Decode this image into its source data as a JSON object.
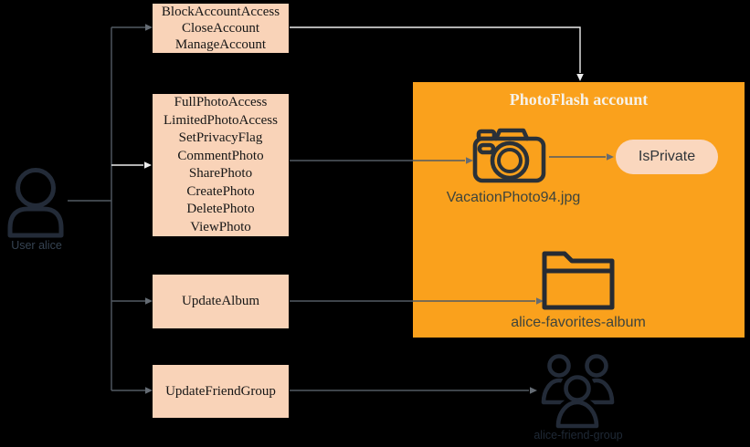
{
  "diagram": {
    "user": {
      "label": "User alice",
      "icon": "person-icon"
    },
    "action_groups": [
      {
        "name": "account-actions",
        "lines": [
          "BlockAccountAccess",
          "CloseAccount",
          "ManageAccount"
        ]
      },
      {
        "name": "photo-actions",
        "lines": [
          "FullPhotoAccess",
          "LimitedPhotoAccess",
          "SetPrivacyFlag",
          "CommentPhoto",
          "SharePhoto",
          "CreatePhoto",
          "DeletePhoto",
          "ViewPhoto"
        ]
      },
      {
        "name": "album-actions",
        "lines": [
          "UpdateAlbum"
        ]
      },
      {
        "name": "friend-group-actions",
        "lines": [
          "UpdateFriendGroup"
        ]
      }
    ],
    "account": {
      "title": "PhotoFlash account",
      "photo": {
        "filename": "VacationPhoto94.jpg",
        "privacy_flag": "IsPrivate",
        "icon": "camera-icon"
      },
      "album": {
        "name": "alice-favorites-album",
        "icon": "folder-icon"
      }
    },
    "friend_group": {
      "label": "alice-friend-group",
      "icon": "people-group-icon"
    },
    "colors": {
      "background": "#000000",
      "action_box_fill": "#F9D3B8",
      "account_box_fill": "#FAA11C",
      "privacy_pill_fill": "#FAD7BE",
      "edge_gray": "#525A63",
      "edge_highlight": "#EDEDED",
      "icon_navy": "#232B38",
      "icon_dark": "#2A3138",
      "account_title_text": "#F6F2E9",
      "box_text": "#161616",
      "caption_text": "#3E443C"
    }
  }
}
